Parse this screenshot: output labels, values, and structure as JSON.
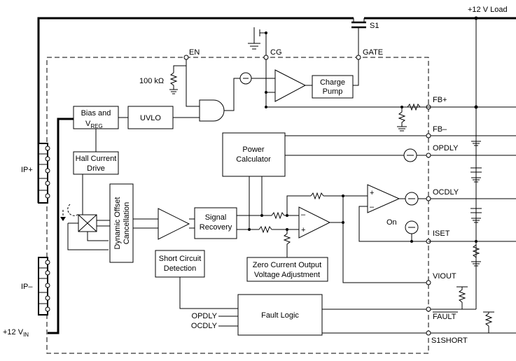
{
  "rail": {
    "load_label": "+12 V Load",
    "in_main": "+12 V",
    "in_sub": "IN"
  },
  "switch": {
    "label": "S1"
  },
  "pins": {
    "en": "EN",
    "cg": "CG",
    "gate": "GATE",
    "fb_plus": "FB+",
    "fb_minus": "FB–",
    "opdly": "OPDLY",
    "ocdly": "OCDLY",
    "iset": "ISET",
    "viout": "VIOUT",
    "fault": "FAULT",
    "s1short": "S1SHORT",
    "ip_plus": "IP+",
    "ip_minus": "IP–"
  },
  "blocks": {
    "bias_main": "Bias and",
    "bias_v": "V",
    "bias_sub": "REG",
    "uvlo": "UVLO",
    "hall_line1": "Hall Current",
    "hall_line2": "Drive",
    "dyn_line1": "Dynamic Offset",
    "dyn_line2": "Cancellation",
    "charge_line1": "Charge",
    "charge_line2": "Pump",
    "power_line1": "Power",
    "power_line2": "Calculator",
    "signal_line1": "Signal",
    "signal_line2": "Recovery",
    "short_line1": "Short Circuit",
    "short_line2": "Detection",
    "zero_line1": "Zero Current Output",
    "zero_line2": "Voltage Adjustment",
    "fault_logic": "Fault Logic"
  },
  "labels": {
    "resistor_100k": "100 kΩ",
    "on": "On",
    "opdly_in": "OPDLY",
    "ocdly_in": "OCDLY",
    "minus": "–",
    "plus": "+"
  }
}
